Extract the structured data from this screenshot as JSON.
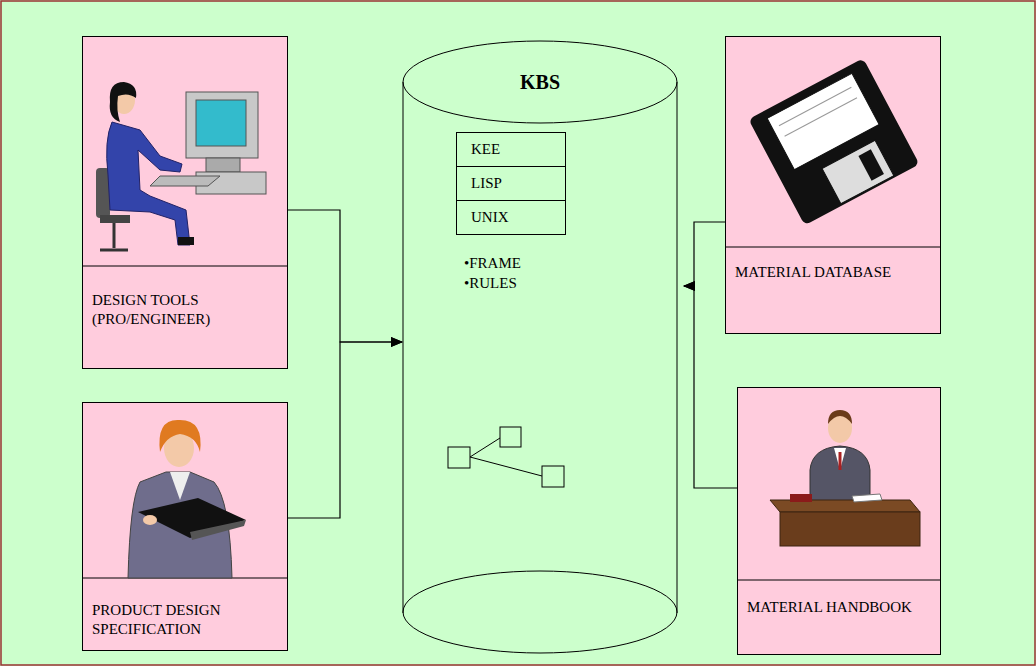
{
  "diagram": {
    "nodes": [
      {
        "text": [
          "DESIGN TOOLS (PRO/ENGINEER)"
        ]
      },
      {
        "text": [
          "KBS",
          "•FRAME",
          "•RULES"
        ]
      },
      {
        "text": [
          "KEE"
        ],
        "in": 1
      },
      {
        "text": [
          "LISP"
        ],
        "in": 1
      },
      {
        "text": [
          "UNIX"
        ],
        "in": 1
      },
      {
        "text": [
          "MATERIAL DATABASE"
        ]
      },
      {
        "text": [
          "PRODUCT DESIGN SPECIFICATION"
        ]
      },
      {
        "text": [
          "MATERIAL HANDBOOK"
        ]
      }
    ],
    "edges": [
      {
        "from": 0,
        "to": 1,
        "arrow": "to"
      },
      {
        "from": 6,
        "to": 1,
        "arrow": "to"
      },
      {
        "from": 5,
        "to": 1,
        "arrow": "to"
      },
      {
        "from": 7,
        "to": 1,
        "arrow": "to"
      }
    ]
  }
}
